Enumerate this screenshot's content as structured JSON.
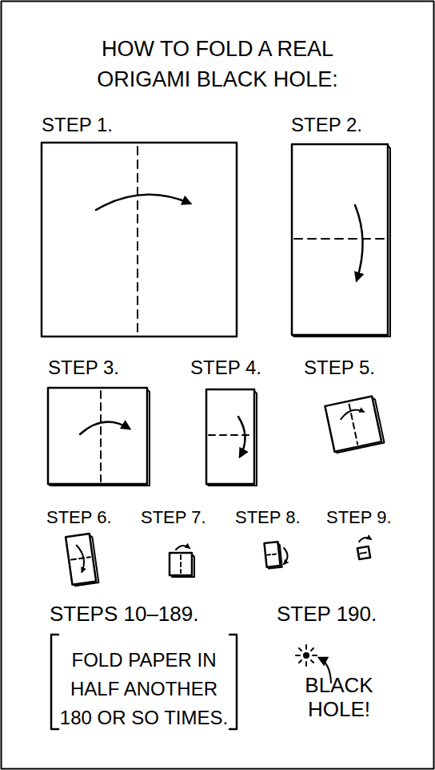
{
  "diagram": {
    "title": "HOW TO FOLD A REAL ORIGAMI BLACK HOLE:",
    "nodes": [
      {
        "text": [
          "STEP 1."
        ]
      },
      {
        "text": [
          "STEP 2."
        ]
      },
      {
        "text": [
          "STEP 3."
        ]
      },
      {
        "text": [
          "STEP 4."
        ]
      },
      {
        "text": [
          "STEP 5."
        ]
      },
      {
        "text": [
          "STEP 6."
        ]
      },
      {
        "text": [
          "STEP 7."
        ]
      },
      {
        "text": [
          "STEP 8."
        ]
      },
      {
        "text": [
          "STEP 9."
        ]
      },
      {
        "text": [
          "STEPS 10–189.",
          "FOLD PAPER IN HALF ANOTHER 180 OR SO TIMES."
        ]
      },
      {
        "text": [
          "STEP 190."
        ]
      }
    ],
    "labels": [
      "BLACK HOLE!"
    ]
  }
}
